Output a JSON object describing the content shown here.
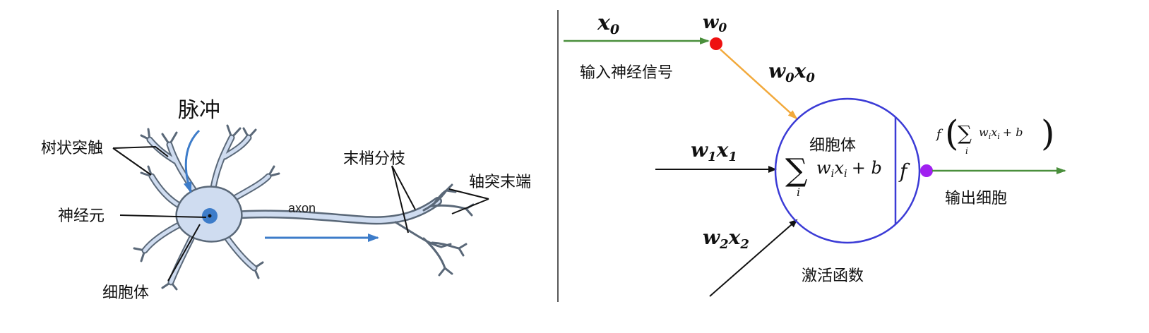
{
  "neuron": {
    "pulse_label": "脉冲",
    "dendrite_label": "树状突触",
    "nucleus_label": "神经元",
    "cell_body_label": "细胞体",
    "axon_label": "axon",
    "terminal_branch_label": "末梢分枝",
    "axon_terminal_label": "轴突末端"
  },
  "model": {
    "x0_label": "x",
    "x0_sub": "0",
    "w0_label": "w",
    "w0_sub": "0",
    "input_signal_label": "输入神经信号",
    "w0x0_w": "w",
    "w0x0_w_sub": "0",
    "w0x0_x": "x",
    "w0x0_x_sub": "0",
    "w1x1_w": "w",
    "w1x1_w_sub": "1",
    "w1x1_x": "x",
    "w1x1_x_sub": "1",
    "w2x2_w": "w",
    "w2x2_w_sub": "2",
    "w2x2_x": "x",
    "w2x2_x_sub": "2",
    "cell_body_label": "细胞体",
    "sum_symbol": "∑",
    "sum_index": "i",
    "sum_w": "w",
    "sum_w_sub": "i",
    "sum_x": "x",
    "sum_x_sub": "i",
    "sum_plus_b": "+ b",
    "f_label": "f",
    "output_f": "f",
    "output_paren_open": "(",
    "output_paren_close": ")",
    "output_sum": "∑",
    "output_index": "i",
    "output_w": "w",
    "output_w_sub": "i",
    "output_x": "x",
    "output_x_sub": "i",
    "output_plus_b": "+ b",
    "output_label": "输出细胞",
    "activation_label": "激活函数"
  },
  "colors": {
    "green_line": "#4a8f3c",
    "orange_line": "#f2a93b",
    "red_node": "#ee1111",
    "purple_node": "#a020f0",
    "circle": "#3b3bd6",
    "neuron_fill": "#cfdcf0",
    "neuron_stroke": "#5a6878",
    "nucleus": "#3d7cc9",
    "blue_arrow": "#3d7cc9"
  }
}
